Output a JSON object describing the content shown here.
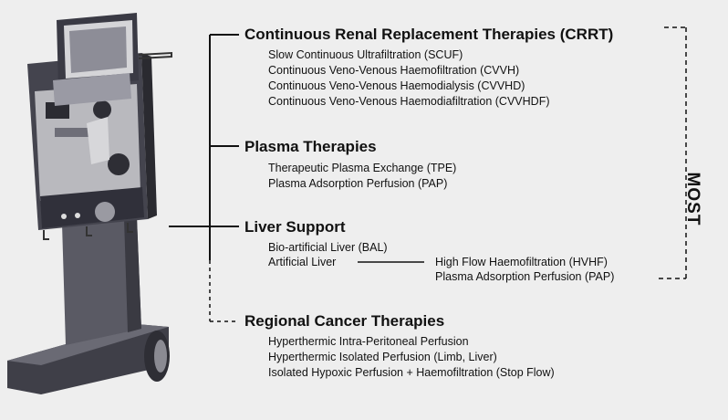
{
  "groups": {
    "crrt": {
      "title": "Continuous Renal Replacement Therapies (CRRT)",
      "items": [
        "Slow Continuous Ultrafiltration (SCUF)",
        "Continuous Veno-Venous Haemofiltration (CVVH)",
        "Continuous Veno-Venous Haemodialysis (CVVHD)",
        "Continuous Veno-Venous Haemodiafiltration (CVVHDF)"
      ]
    },
    "plasma": {
      "title": "Plasma Therapies",
      "items": [
        "Therapeutic Plasma Exchange (TPE)",
        "Plasma Adsorption Perfusion (PAP)"
      ]
    },
    "liver": {
      "title": "Liver Support",
      "items": [
        "Bio-artificial Liver (BAL)",
        "Artificial Liver"
      ],
      "artificial_subitems": [
        "High Flow Haemofiltration (HVHF)",
        "Plasma Adsorption Perfusion (PAP)"
      ]
    },
    "cancer": {
      "title": "Regional Cancer Therapies",
      "items": [
        "Hyperthermic Intra-Peritoneal Perfusion",
        "Hyperthermic Isolated Perfusion (Limb, Liver)",
        "Isolated Hypoxic Perfusion + Haemofiltration (Stop Flow)"
      ]
    }
  },
  "bracket_label": "MOST",
  "colors": {
    "line": "#111111",
    "machine_body": "#4a4a55",
    "machine_panel": "#b8b8b8",
    "background": "#eeeeee"
  }
}
